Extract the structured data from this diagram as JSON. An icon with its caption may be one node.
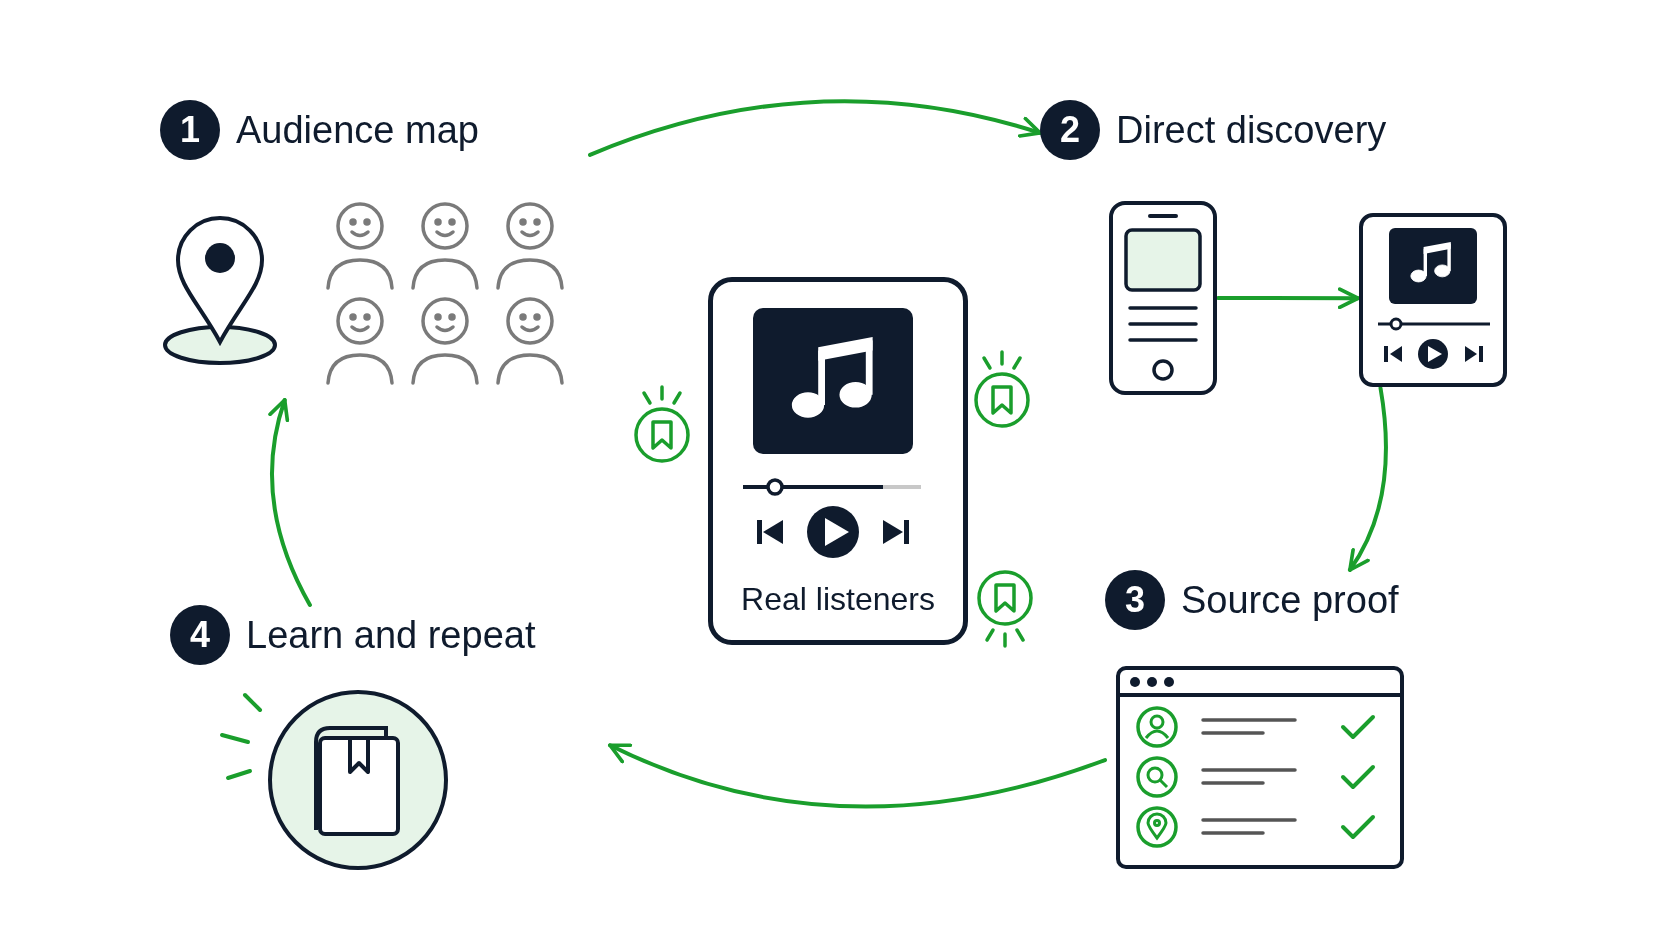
{
  "diagram": {
    "nodes": [
      {
        "text": [
          "1",
          "Audience map"
        ]
      },
      {
        "text": [
          "2",
          "Direct discovery"
        ]
      },
      {
        "text": [],
        "shape": "picture"
      },
      {
        "text": [],
        "shape": "picture"
      },
      {
        "text": [
          "3",
          "Source proof"
        ]
      },
      {
        "text": [
          "4",
          "Learn and repeat"
        ]
      },
      {
        "text": [
          "Real listeners"
        ]
      }
    ],
    "edges": [
      {
        "from": 0,
        "to": 1,
        "arrow": "to"
      },
      {
        "from": 2,
        "to": 3,
        "arrow": "to"
      },
      {
        "from": 3,
        "to": 4,
        "arrow": "to"
      },
      {
        "from": 4,
        "to": 5,
        "arrow": "to"
      },
      {
        "from": 5,
        "to": 0,
        "arrow": "to"
      }
    ]
  }
}
